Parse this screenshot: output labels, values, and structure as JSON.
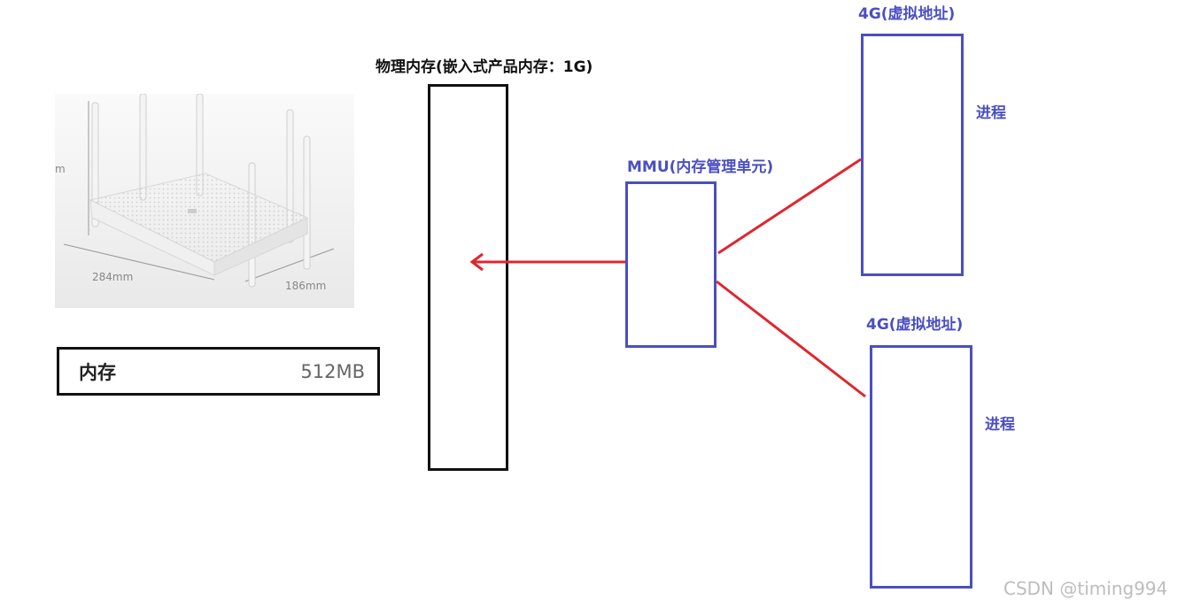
{
  "router_photo": {
    "dim_height": "m",
    "dim_width": "284mm",
    "dim_depth": "186mm"
  },
  "memory_row": {
    "label": "内存",
    "value": "512MB"
  },
  "physical_memory": {
    "title": "物理内存(嵌入式产品内存：1G)"
  },
  "mmu": {
    "title": "MMU(内存管理单元)"
  },
  "process_top": {
    "title": "4G(虚拟地址)",
    "label": "进程"
  },
  "process_bottom": {
    "title": "4G(虚拟地址)",
    "label": "进程"
  },
  "colors": {
    "blue": "#4a4fc2",
    "red": "#e0262e",
    "black": "#111111"
  },
  "watermark": "CSDN @timing994"
}
